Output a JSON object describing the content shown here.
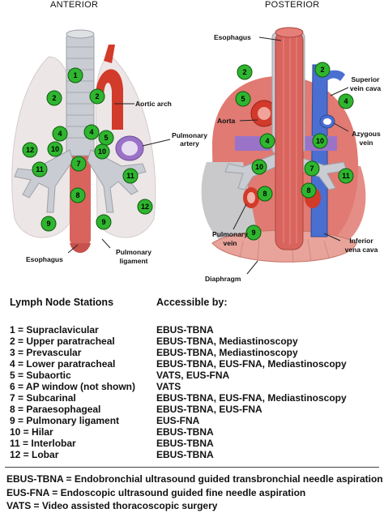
{
  "views": {
    "anterior_title": "ANTERIOR",
    "posterior_title": "POSTERIOR"
  },
  "anterior_labels": {
    "aortic_arch": "Aortic arch",
    "pulmonary_artery": [
      "Pulmonary",
      "artery"
    ],
    "esophagus": "Esophagus",
    "pulmonary_ligament": [
      "Pulmonary",
      "ligament"
    ]
  },
  "posterior_labels": {
    "esophagus": "Esophagus",
    "aorta": "Aorta",
    "superior_vena_cava": [
      "Superior",
      "vein cava"
    ],
    "azygous_vein": [
      "Azygous",
      "vein"
    ],
    "pulmonary_vein": [
      "Pulmonary",
      "vein"
    ],
    "inferior_vena_cava": [
      "Inferior",
      "vena cava"
    ],
    "diaphragm": "Diaphragm"
  },
  "anterior_nodes": [
    "1",
    "2",
    "2",
    "4",
    "4",
    "5",
    "10",
    "10",
    "12",
    "11",
    "7",
    "11",
    "8",
    "12",
    "9",
    "9"
  ],
  "posterior_nodes": [
    "2",
    "2",
    "5",
    "4",
    "4",
    "10",
    "10",
    "7",
    "11",
    "8",
    "8",
    "9"
  ],
  "table": {
    "col_station": "Lymph Node Stations",
    "col_access": "Accessible by:",
    "rows": [
      {
        "station": "1 = Supraclavicular",
        "access": "EBUS-TBNA"
      },
      {
        "station": "2 = Upper paratracheal",
        "access": "EBUS-TBNA, Mediastinoscopy"
      },
      {
        "station": "3 = Prevascular",
        "access": "EBUS-TBNA, Mediastinoscopy"
      },
      {
        "station": "4 = Lower paratracheal",
        "access": "EBUS-TBNA, EUS-FNA, Mediastinoscopy"
      },
      {
        "station": "5 = Subaortic",
        "access": "VATS, EUS-FNA"
      },
      {
        "station": "6 = AP window (not shown)",
        "access": "VATS"
      },
      {
        "station": "7 = Subcarinal",
        "access": "EBUS-TBNA, EUS-FNA, Mediastinoscopy"
      },
      {
        "station": "8 = Paraesophageal",
        "access": "EBUS-TBNA, EUS-FNA"
      },
      {
        "station": "9 = Pulmonary ligament",
        "access": "EUS-FNA"
      },
      {
        "station": "10 = Hilar",
        "access": "EBUS-TBNA"
      },
      {
        "station": "11 = Interlobar",
        "access": "EBUS-TBNA"
      },
      {
        "station": "12 = Lobar",
        "access": "EBUS-TBNA"
      }
    ]
  },
  "abbreviations": [
    "EBUS-TBNA = Endobronchial ultrasound guided transbronchial needle aspiration",
    "EUS-FNA = Endoscopic ultrasound guided fine needle aspiration",
    "VATS = Video assisted thoracoscopic surgery"
  ],
  "colors": {
    "node_fill": "#2fb52f",
    "node_stroke": "#0c5a0c",
    "esophagus": "#d9645e",
    "aorta": "#d23a2a",
    "vein": "#4a6fd1",
    "airway": "#c9ccd2",
    "pulmonary_artery": "#9a73c8",
    "lung": "#e9e3e3",
    "diaphragm": "#e8a39a"
  }
}
